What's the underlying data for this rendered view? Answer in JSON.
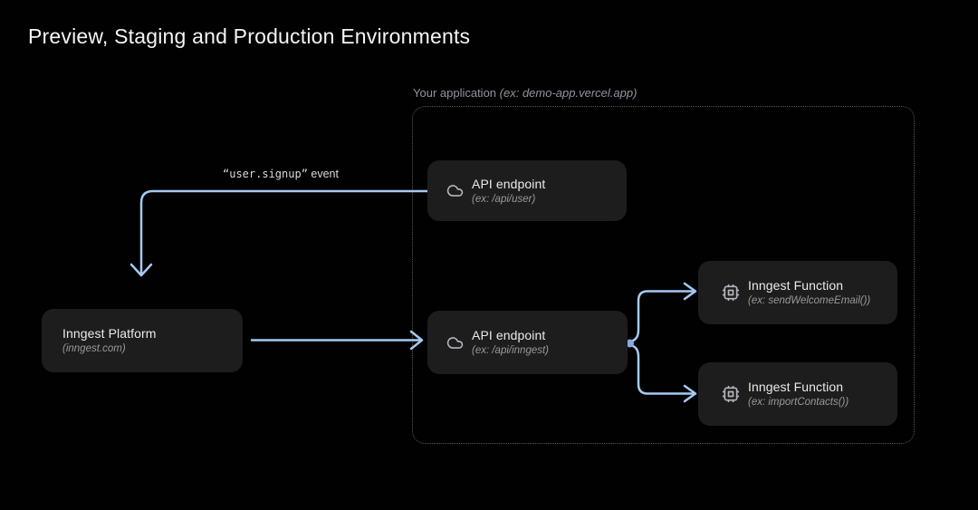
{
  "title": "Preview, Staging and Production Environments",
  "app_container": {
    "label": "Your application ",
    "label_hint": "(ex: demo-app.vercel.app)"
  },
  "labels": {
    "event_code": "“user.signup”",
    "event_suffix": " event"
  },
  "nodes": {
    "api_user": {
      "title": "API endpoint",
      "subtitle": "(ex: /api/user)",
      "icon": "cloud-icon"
    },
    "api_inngest": {
      "title": "API endpoint",
      "subtitle": "(ex: /api/inngest)",
      "icon": "cloud-icon"
    },
    "platform": {
      "title": "Inngest Platform",
      "subtitle": "(inngest.com)"
    },
    "fn_welcome": {
      "title": "Inngest Function",
      "subtitle": "(ex: sendWelcomeEmail())",
      "icon": "cpu-icon"
    },
    "fn_import": {
      "title": "Inngest Function",
      "subtitle": "(ex: importContacts())",
      "icon": "cpu-icon"
    }
  },
  "colors": {
    "background": "#010101",
    "box_background": "#1d1d1e",
    "arrow": "#a6c9f2",
    "connector_dot": "#83abdc",
    "dashed_border": "#5a5a5e",
    "muted_label": "#8f95a0"
  }
}
